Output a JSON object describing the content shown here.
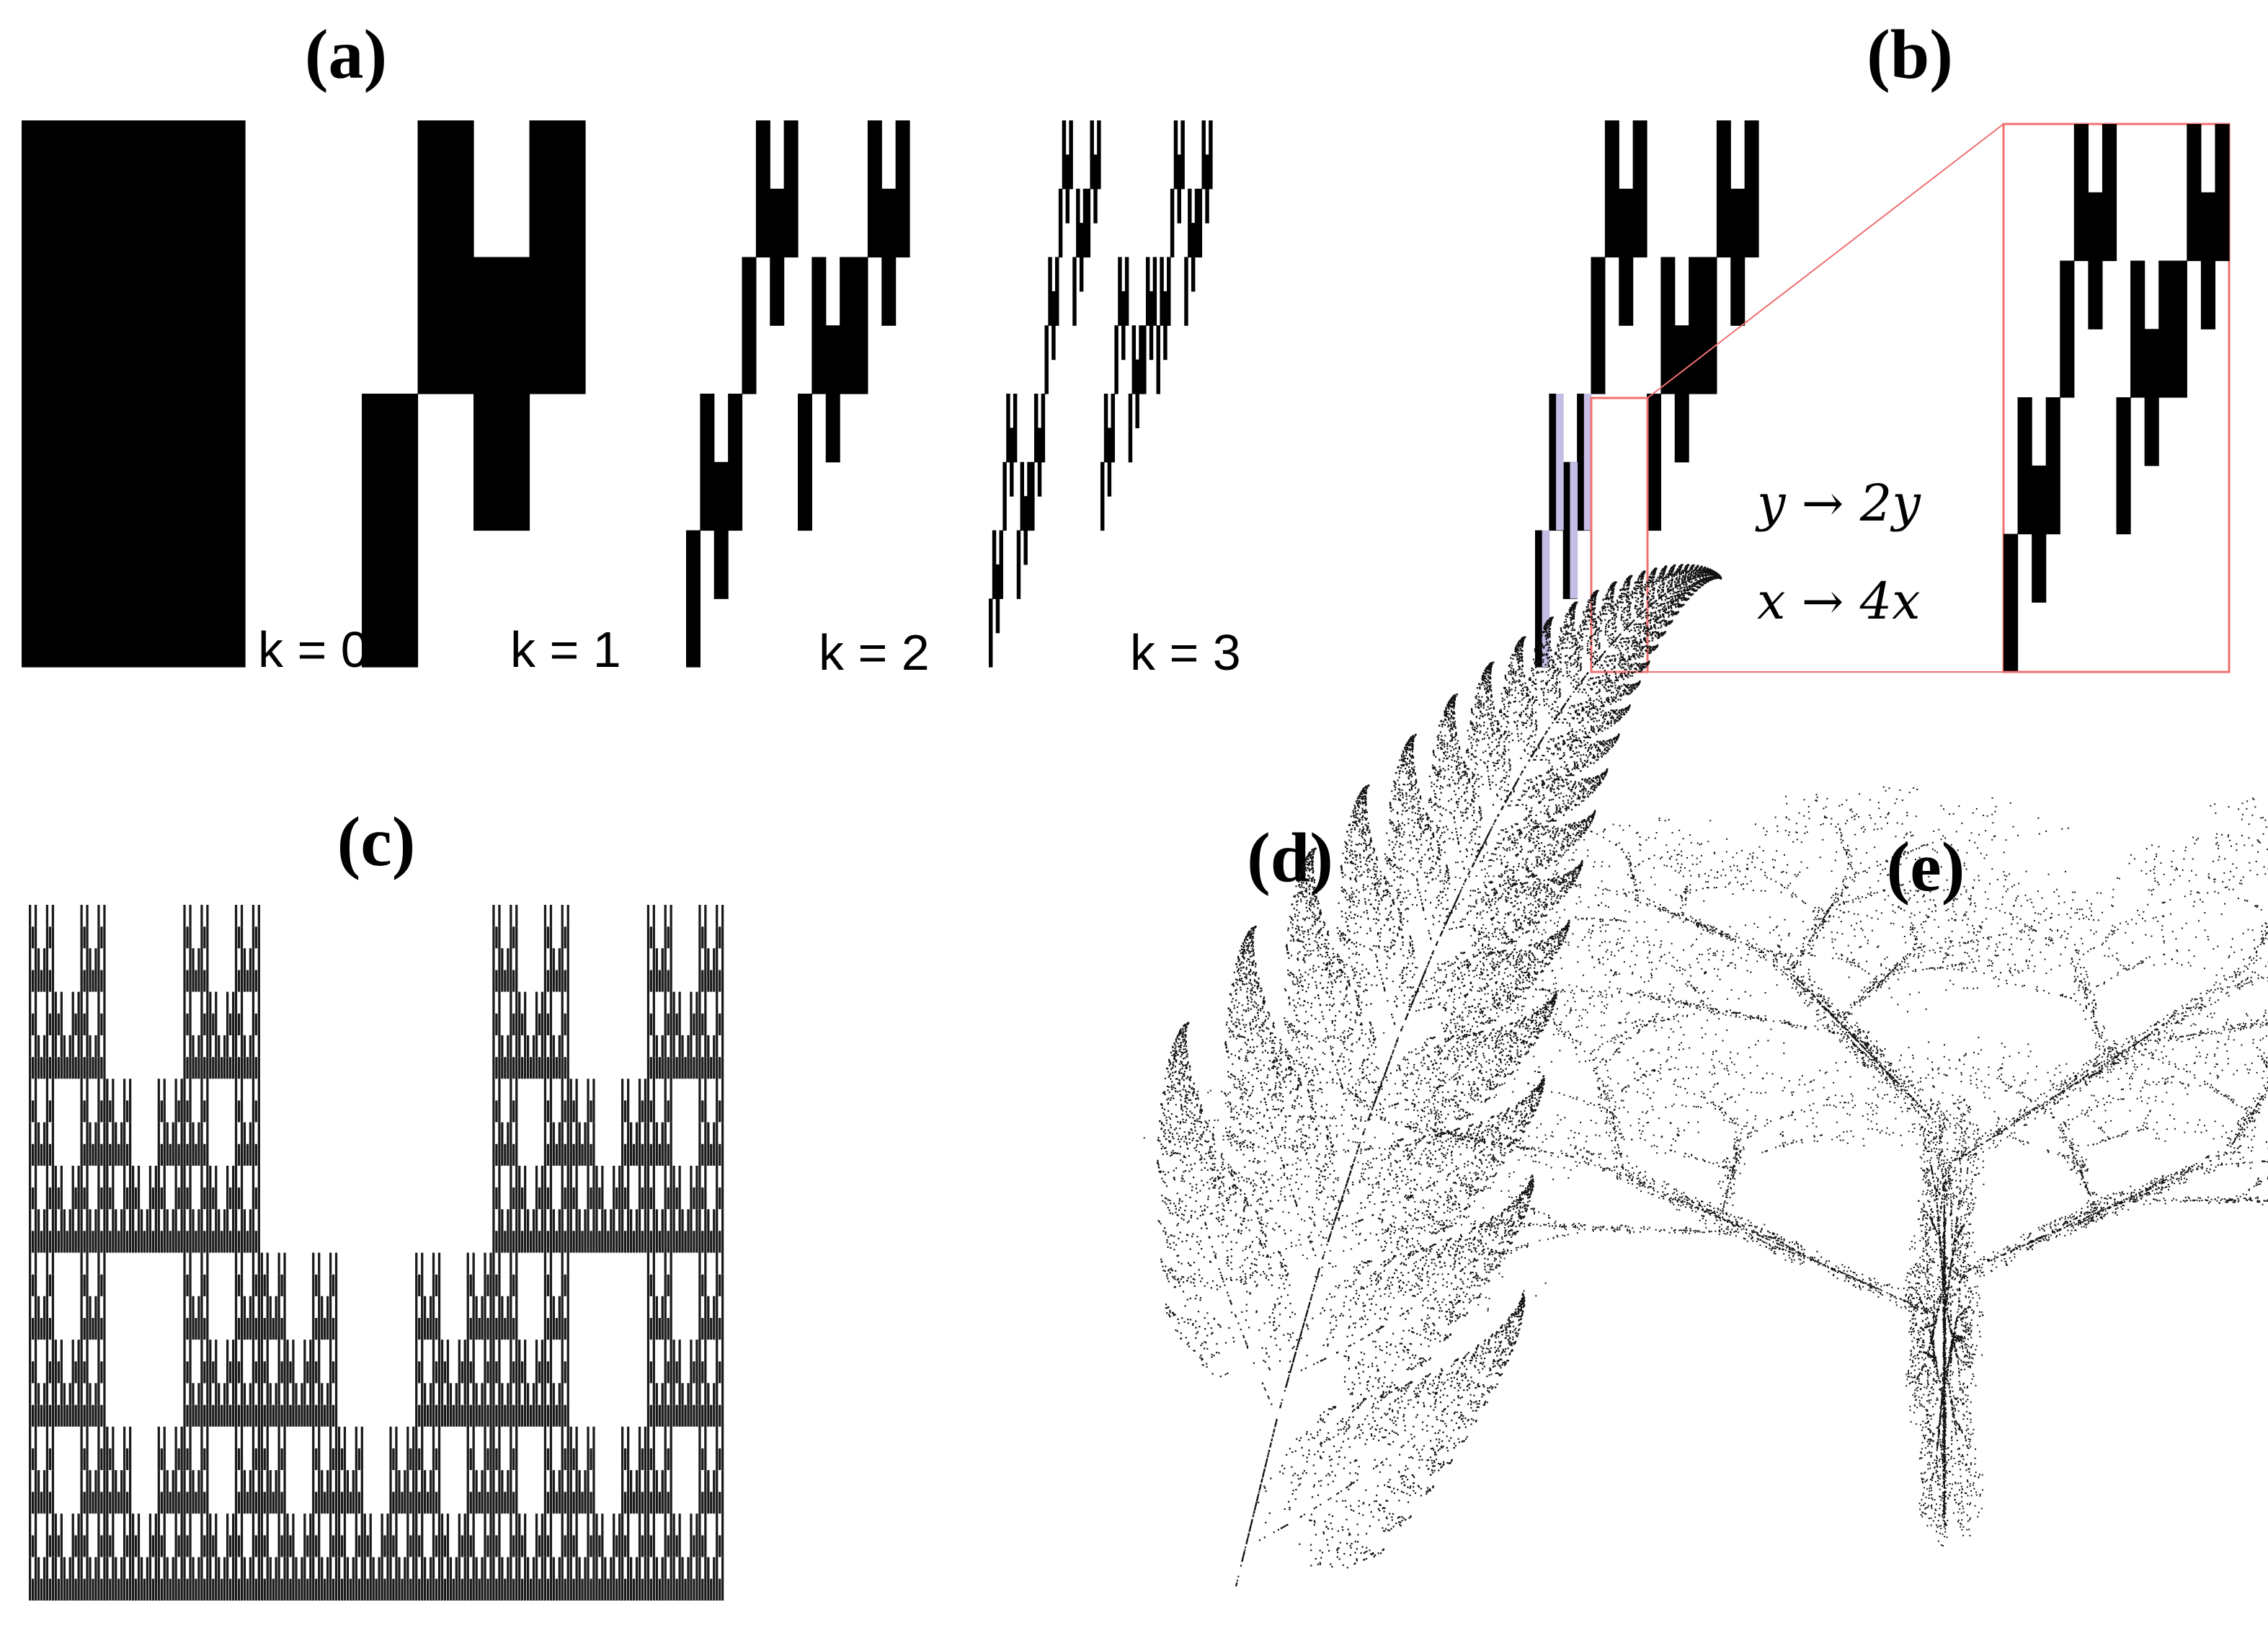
{
  "panels": {
    "a": {
      "label": "(a)",
      "iterations": [
        "k = 0",
        "k = 1",
        "k = 2",
        "k = 3"
      ]
    },
    "b": {
      "label": "(b)",
      "transforms": [
        "y → 2y",
        "x → 4x"
      ]
    },
    "c": {
      "label": "(c)"
    },
    "d": {
      "label": "(d)"
    },
    "e": {
      "label": "(e)"
    }
  },
  "colors": {
    "ink": "#000000",
    "highlight": "#c5bde6",
    "zoom_frame": "#f07070"
  }
}
